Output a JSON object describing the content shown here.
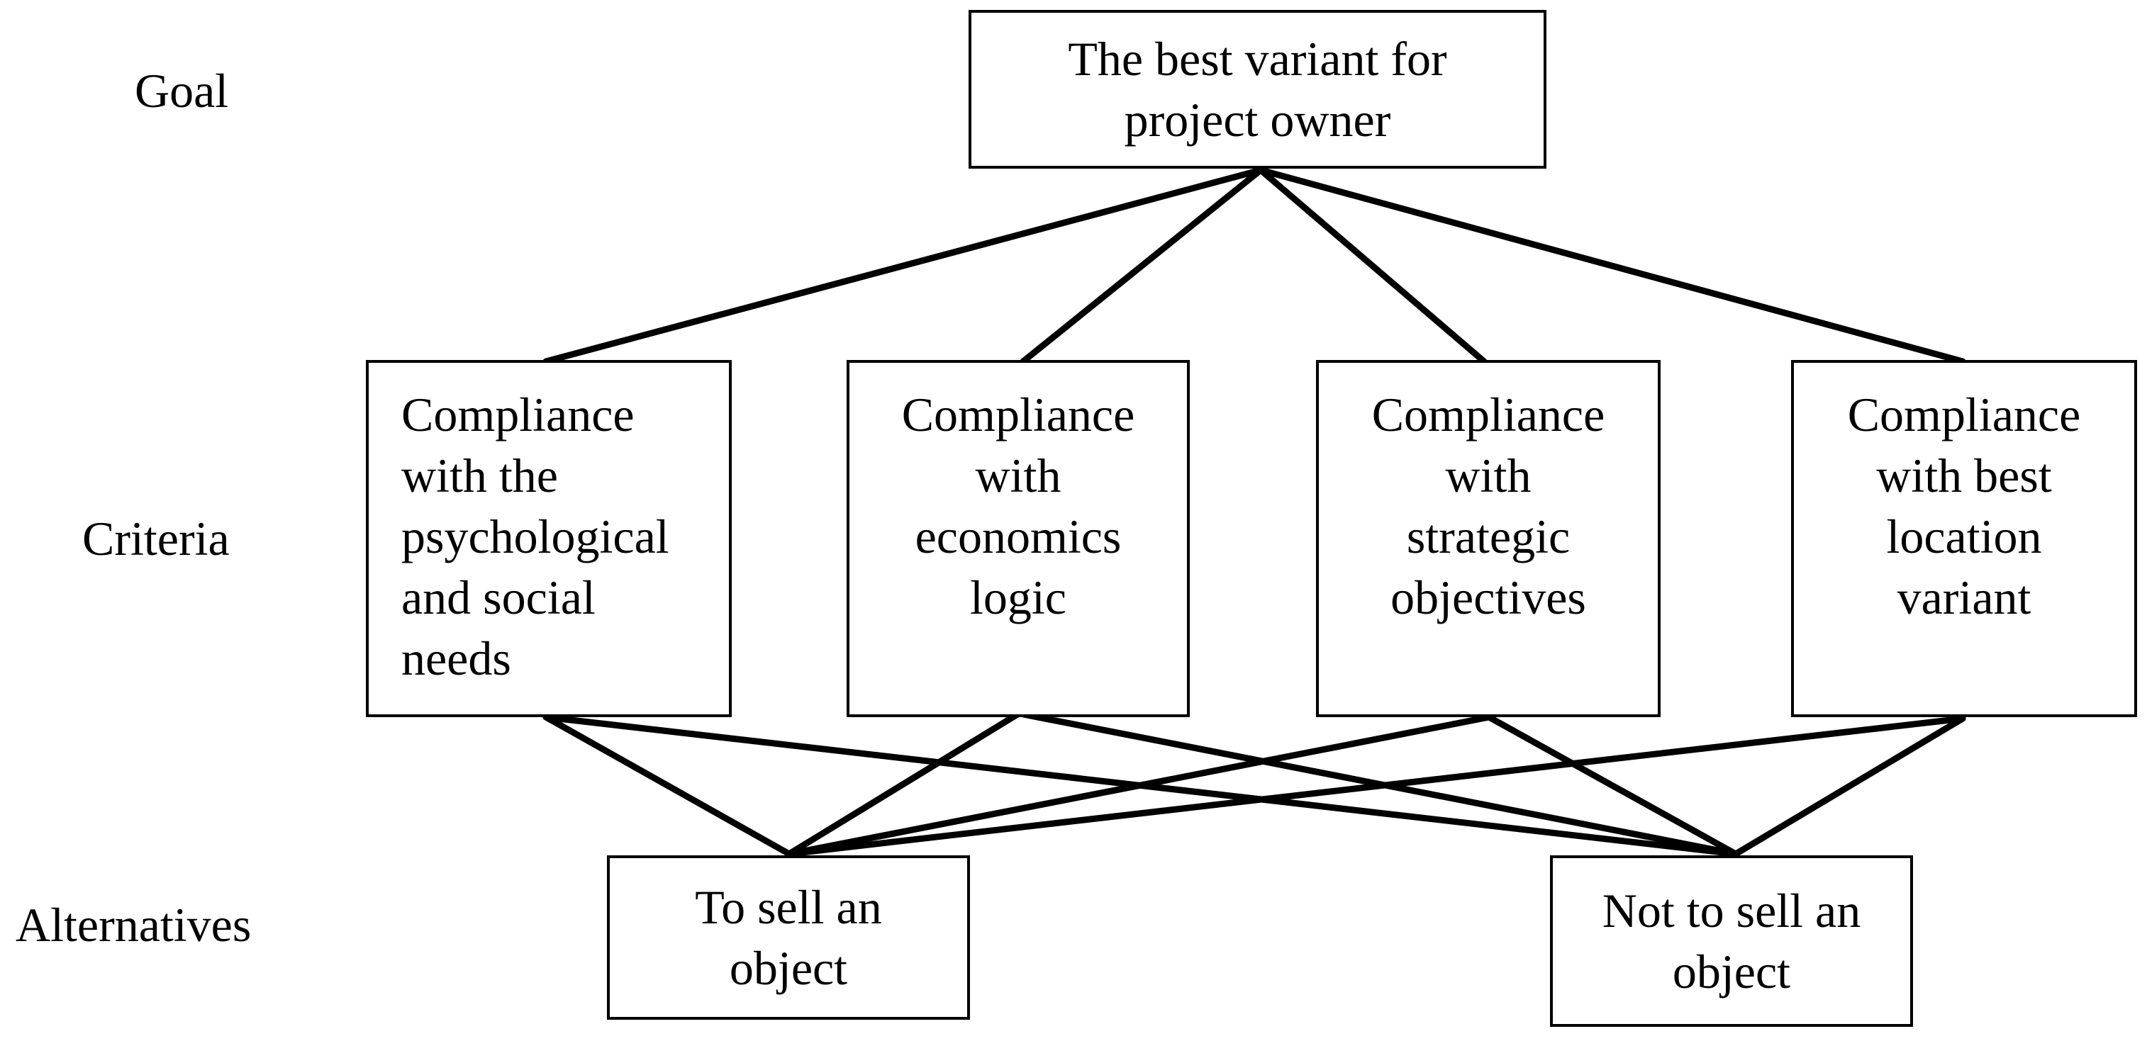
{
  "levels": {
    "goal": "Goal",
    "criteria": "Criteria",
    "alternatives": "Alternatives"
  },
  "goal": "The best variant for\nproject owner",
  "criteria": [
    "Compliance\nwith the\npsychological\nand social\nneeds",
    "Compliance\nwith\neconomics\nlogic",
    "Compliance\nwith\nstrategic\nobjectives",
    "Compliance\nwith best\nlocation\nvariant"
  ],
  "alternatives": [
    "To sell an\nobject",
    "Not to sell an\nobject"
  ],
  "colors": {
    "stroke": "#000000",
    "background": "#ffffff"
  }
}
